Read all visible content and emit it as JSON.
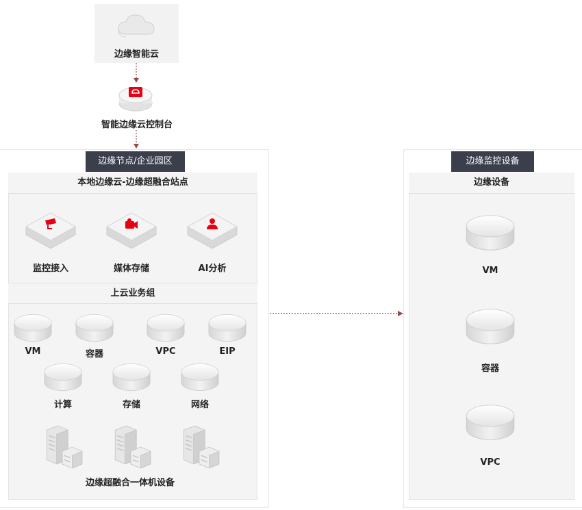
{
  "cloud": {
    "label": "边缘智能云"
  },
  "console": {
    "label": "智能边缘云控制台"
  },
  "left_region": {
    "tag": "边缘节点/企业园区",
    "site_title": "本地边缘云-边缘超融合站点",
    "services": [
      {
        "label": "监控接入",
        "icon": "camera-icon"
      },
      {
        "label": "媒体存储",
        "icon": "video-camera-icon"
      },
      {
        "label": "AI分析",
        "icon": "person-icon"
      }
    ],
    "group_title": "上云业务组",
    "group_row1": [
      "VM",
      "容器",
      "VPC",
      "EIP"
    ],
    "group_row2": [
      "计算",
      "存储",
      "网络"
    ],
    "hardware_label": "边缘超融合一体机设备"
  },
  "right_region": {
    "tag": "边缘监控设备",
    "panel_title": "边缘设备",
    "items": [
      "VM",
      "容器",
      "VPC"
    ]
  },
  "colors": {
    "accent": "#e60012",
    "arrow": "#9b4a4a",
    "tag_bg": "#3b3f4c"
  }
}
